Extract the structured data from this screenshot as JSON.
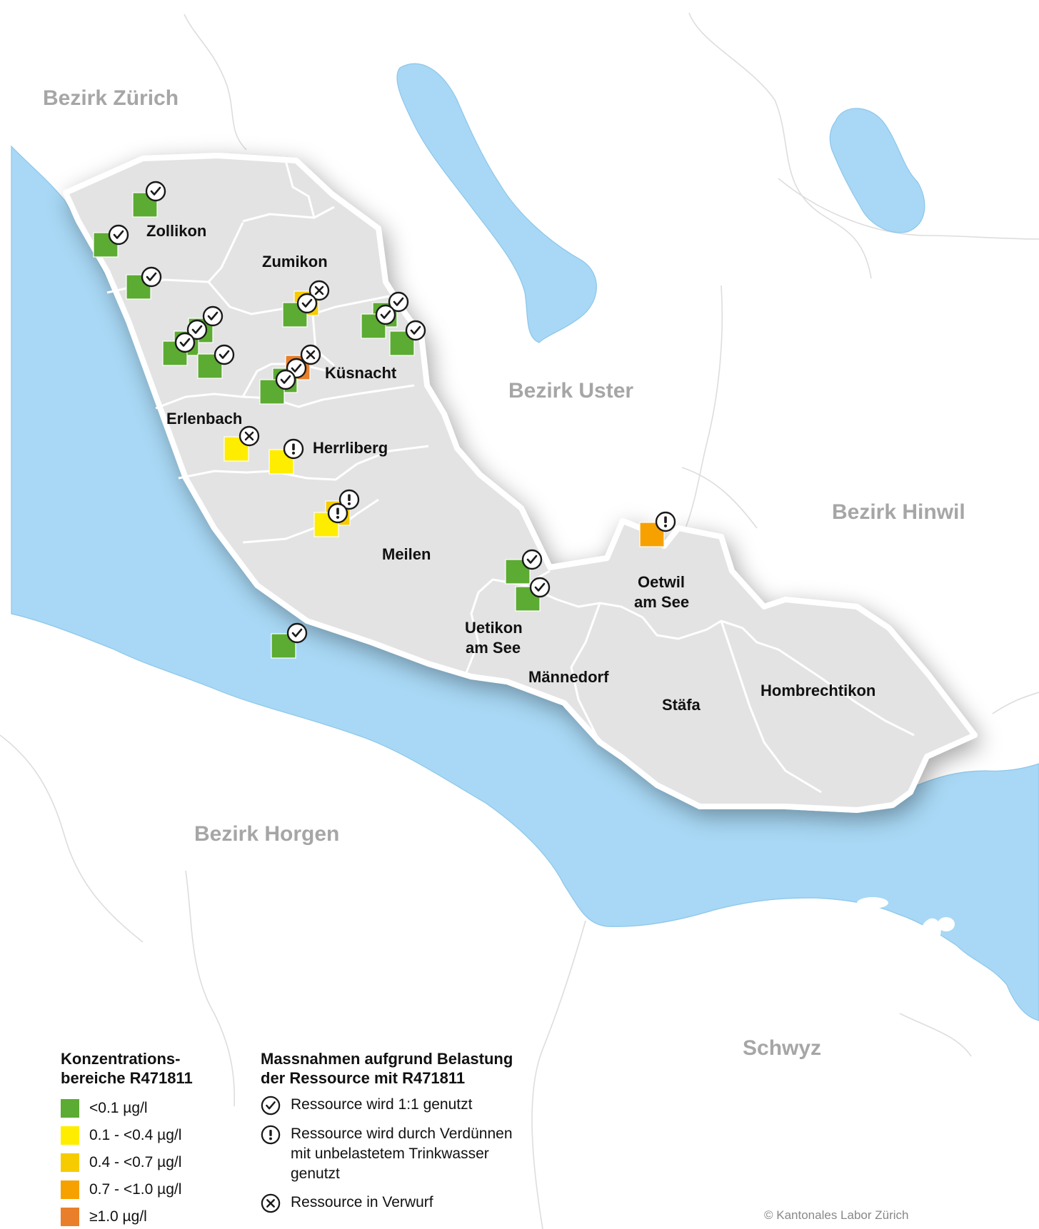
{
  "regions": {
    "zuerich": "Bezirk Zürich",
    "uster": "Bezirk Uster",
    "hinwil": "Bezirk Hinwil",
    "horgen": "Bezirk Horgen",
    "schwyz": "Schwyz"
  },
  "municipalities": {
    "zollikon": "Zollikon",
    "zumikon": "Zumikon",
    "kuesnacht": "Küsnacht",
    "erlenbach": "Erlenbach",
    "herrliberg": "Herrliberg",
    "meilen": "Meilen",
    "oetwil_1": "Oetwil",
    "oetwil_2": "am See",
    "uetikon_1": "Uetikon",
    "uetikon_2": "am See",
    "maennedorf": "Männedorf",
    "staefa": "Stäfa",
    "hombrechtikon": "Hombrechtikon"
  },
  "colors": {
    "lake": "#a8d8f5",
    "district_fill": "#e3e3e3",
    "border": "#ffffff",
    "c_lt_0_1": "#5cab32",
    "c_0_1_0_4": "#ffed00",
    "c_0_4_0_7": "#f6cc00",
    "c_0_7_1_0": "#f7a100",
    "c_ge_1_0": "#e97f2a"
  },
  "legend": {
    "concentration_title": "Konzentrations-\nbereiche R471811",
    "concentration": [
      {
        "label": "<0.1 µg/l",
        "color": "#5cab32"
      },
      {
        "label": "0.1 - <0.4 µg/l",
        "color": "#ffed00"
      },
      {
        "label": "0.4 - <0.7 µg/l",
        "color": "#f6cc00"
      },
      {
        "label": "0.7 - <1.0 µg/l",
        "color": "#f7a100"
      },
      {
        "label": "≥1.0 µg/l",
        "color": "#e97f2a"
      }
    ],
    "measures_title": "Massnahmen aufgrund Belastung\nder Ressource mit R471811",
    "measures": [
      {
        "icon": "check-circle-icon",
        "label": "Ressource wird 1:1 genutzt"
      },
      {
        "icon": "exclamation-circle-icon",
        "label": "Ressource wird durch Verdünnen\nmit unbelastetem Trinkwasser\ngenutzt"
      },
      {
        "icon": "cross-circle-icon",
        "label": "Ressource in Verwurf"
      }
    ]
  },
  "copyright": "© Kantonales Labor Zürich"
}
